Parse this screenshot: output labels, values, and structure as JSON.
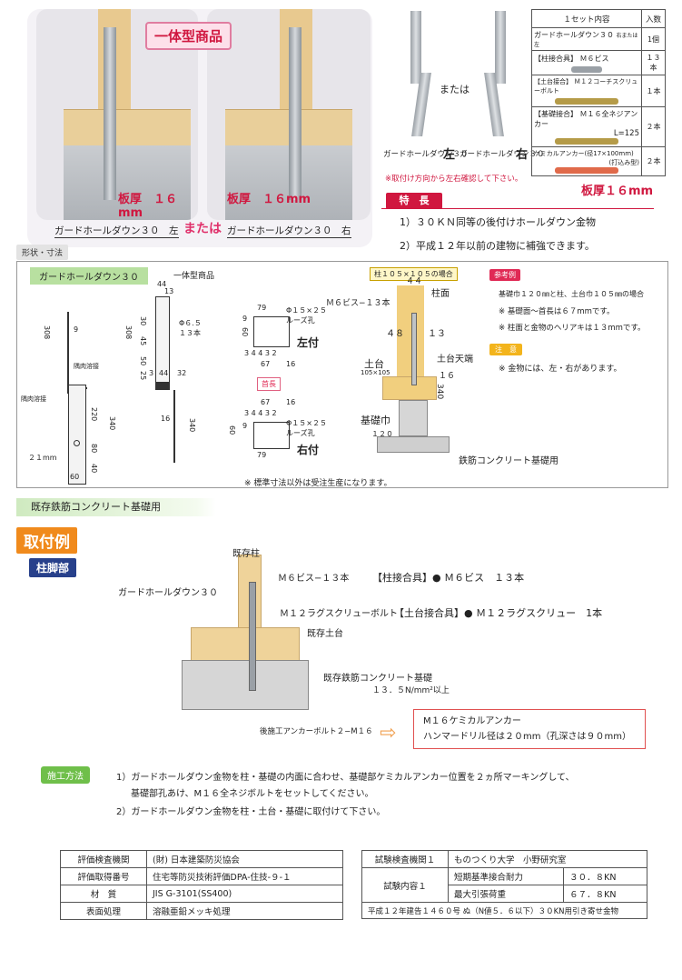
{
  "photos": {
    "badge": "一体型商品",
    "thickness_label": "板厚　１６mm",
    "caption_left": "ガードホールダウン３０　左",
    "caption_right": "ガードホールダウン３０　右",
    "or_text": "または"
  },
  "singles": {
    "or_text": "または",
    "left_label": "ガードホールダウン３０",
    "left_suffix": "左",
    "right_label": "ガードホールダウン３０",
    "right_suffix": "右",
    "note": "※取付け方向から左右確認して下さい。"
  },
  "set_table": {
    "header_item": "１セット内容",
    "header_qty": "入数",
    "rows": [
      {
        "label": "ガードホールダウン３０",
        "sub": "右または左",
        "qty": "1個"
      },
      {
        "label": "【柱接合具】 Ｍ６ビス",
        "sub": "",
        "qty": "１３本"
      },
      {
        "label": "【土台接合】 Ｍ１２コーチスクリューボルト",
        "sub": "",
        "qty": "１本"
      },
      {
        "label": "【基礎接合】 Ｍ１６全ネジアンカー",
        "sub": "L=125",
        "qty": "２本"
      },
      {
        "label": "ケミカルアンカー(径17×100mm)",
        "sub": "(打込み型)",
        "qty": "２本"
      }
    ],
    "thickness": "板厚１６mm"
  },
  "features": {
    "heading": "特　長",
    "items": [
      "1）３０ＫＮ同等の後付けホールダウン金物",
      "2）平成１２年以前の建物に補強できます。"
    ]
  },
  "shape": {
    "tag": "形状・寸法",
    "title": "ガードホールダウン３０",
    "subtitle": "一体型商品",
    "weld1": "隅肉溶接",
    "weld2": "隅肉溶接",
    "hole_21": "２１mm",
    "hole_spec": "Φ６.５\n１３本",
    "loose1": "Φ１５×２５\nルーズ孔",
    "loose2": "Φ１５×２５\nルーズ孔",
    "left_label": "左付",
    "right_label": "右付",
    "neck_label": "首長",
    "note": "※ 標準寸法以外は受注生産になります。",
    "dims": {
      "d308a": "308",
      "d9": "9",
      "d220": "220",
      "d340a": "340",
      "d40": "40",
      "d80": "80",
      "d60a": "60",
      "d44": "44",
      "d13a": "13",
      "d308b": "308",
      "d3": "3",
      "d44b": "44",
      "d32": "32",
      "d16": "16",
      "d340b": "340",
      "d79a": "79",
      "d9b": "9",
      "d60b": "60",
      "row1": "3 4 4 3 2",
      "d67a": "67",
      "d16b": "16",
      "d67b": "67",
      "d16c": "16",
      "d9c": "9",
      "d60c": "60",
      "row2": "3 4 4 3 2",
      "d79b": "79",
      "d30": "30",
      "d45": "45",
      "d50": "50",
      "d25": "25"
    },
    "section": {
      "tag": "柱１０５×１０５の場合",
      "d44": "４４",
      "column_face": "柱面",
      "m6": "Ｍ６ビス−１３本",
      "d48": "４８",
      "d13": "１３",
      "sill": "土台",
      "sill_size": "105×105",
      "sill_top": "土台天端",
      "d16": "１６",
      "d340": "340",
      "foundation_width": "基礎巾",
      "d120": "１２０",
      "rc": "鉄筋コンクリート基礎用"
    },
    "reference": {
      "tag": "参考例",
      "line1": "基礎巾１２０㎜と柱、土台巾１０５㎜の場合",
      "line2": "※ 基礎面〜首長は６７mmです。",
      "line3": "※ 柱面と金物のヘリアキは１３mmです。"
    },
    "caution": {
      "tag": "注　意",
      "line1": "※ 金物には、左・右があります。"
    }
  },
  "existing_rc": "既存鉄筋コンクリート基礎用",
  "install": {
    "heading": "取付例",
    "sub_heading": "柱脚部",
    "existing_column": "既存柱",
    "m6_13": "Ｍ６ビス−１３本",
    "hd30": "ガードホールダウン３０",
    "m6_tool": "【柱接合具】● Ｍ６ビス　１３本",
    "m12_bolt": "Ｍ１２ラグスクリューボルト",
    "m12_tool": "【土台接合具】● Ｍ１２ラグスクリュー　1本",
    "existing_sill": "既存土台",
    "existing_rc": "既存鉄筋コンクリート基礎",
    "strength": "１３．５N/mm²以上",
    "post_anchor": "後施工アンカーボルト２−M１６",
    "anchor_line1": "M１６ケミカルアンカー",
    "anchor_line2": "ハンマードリル径は２０mm（孔深さは９０mm）"
  },
  "method": {
    "tag": "施工方法",
    "line1": "1）ガードホールダウン金物を柱・基礎の内面に合わせ、基礎部ケミカルアンカー位置を２ヵ所マーキングして、",
    "line1b": "基礎部孔あけ、M１６全ネジボルトをセットしてください。",
    "line2": "2）ガードホールダウン金物を柱・土台・基礎に取付けて下さい。"
  },
  "spec_left": [
    {
      "k": "評価検査機関",
      "v": "(財) 日本建築防災協会"
    },
    {
      "k": "評価取得番号",
      "v": "住宅等防災技術評価DPA-住技-９-１"
    },
    {
      "k": "材　質",
      "v": "JIS G-3101(SS400)"
    },
    {
      "k": "表面処理",
      "v": "溶融亜鉛メッキ処理"
    }
  ],
  "spec_right": {
    "org_k": "試験検査機関１",
    "org_v": "ものつくり大学　小野研究室",
    "content_k": "試験内容１",
    "r1k": "短期基準接合耐力",
    "r1v": "３０．８KN",
    "r2k": "最大引張荷重",
    "r2v": "６７．８KN",
    "footer": "平成１２年建告１４６０号 ぬ（N値５．６以下）３０KN用引き寄せ金物"
  },
  "colors": {
    "accent_red": "#d0173f",
    "green": "#b8e0a0",
    "orange": "#f08a1c",
    "navy": "#27408b"
  }
}
